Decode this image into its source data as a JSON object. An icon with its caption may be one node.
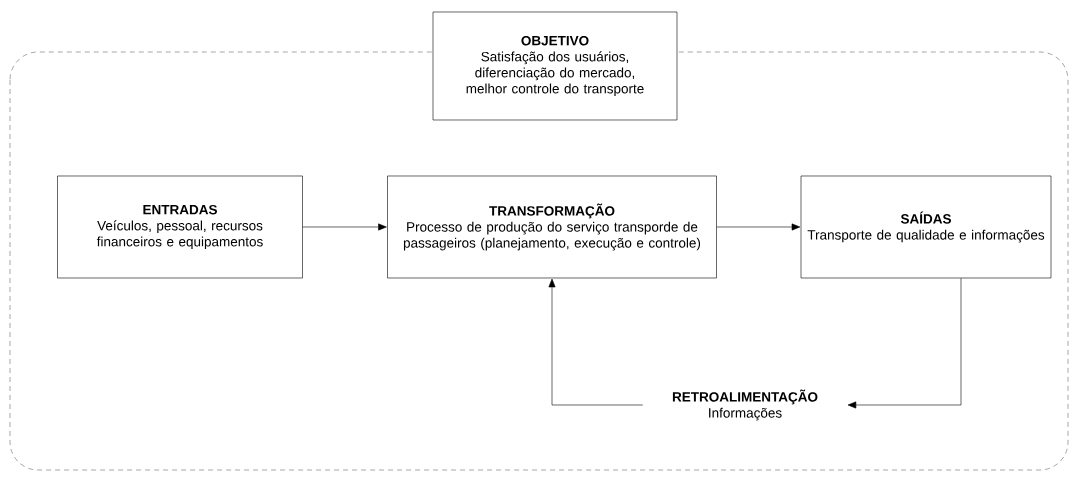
{
  "diagram": {
    "nodes": [
      {
        "text": [
          "OBJETIVO",
          "Satisfação dos usuários, diferenciação do mercado, melhor controle do transporte"
        ]
      },
      {
        "text": [
          "ENTRADAS",
          "Veículos, pessoal, recursos financeiros e equipamentos"
        ]
      },
      {
        "text": [
          "TRANSFORMAÇÃO",
          "Processo de produção do serviço transporde de passageiros (planejamento, execução e controle)"
        ]
      },
      {
        "text": [
          "SAÍDAS",
          "Transporte de qualidade e informações"
        ]
      },
      {
        "text": [
          "RETROALIMENTAÇÃO",
          "Informações"
        ]
      }
    ],
    "edges": [
      {
        "from": 1,
        "to": 2,
        "arrow": "to"
      },
      {
        "from": 2,
        "to": 3,
        "arrow": "to"
      },
      {
        "from": 3,
        "to": 4,
        "arrow": "to"
      },
      {
        "from": 4,
        "to": 2,
        "arrow": "to"
      }
    ]
  }
}
